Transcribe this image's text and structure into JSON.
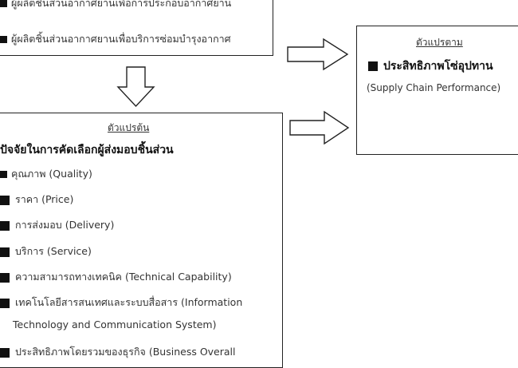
{
  "top_box": {
    "items": [
      "ผู้ผลิตชิ้นส่วนอากาศยานเพื่อการประกอบอากาศยาน",
      "ผู้ผลิตชิ้นส่วนอากาศยานเพื่อบริการซ่อมบำรุงอากาศ"
    ]
  },
  "independent": {
    "heading": "ตัวแปรต้น",
    "title": "ปัจจัยในการคัดเลือกผู้ส่งมอบชิ้นส่วน",
    "items": [
      "คุณภาพ (Quality)",
      "ราคา (Price)",
      "การส่งมอบ (Delivery)",
      "บริการ (Service)",
      "ความสามารถทางเทคนิค (Technical Capability)",
      "เทคโนโลยีสารสนเทศและระบบสื่อสาร (Information",
      "Technology and Communication System)",
      "ประสิทธิภาพโดยรวมของธุรกิจ (Business Overall"
    ]
  },
  "dependent": {
    "heading": "ตัวแปรตาม",
    "title": "ประสิทธิภาพโซ่อุปทาน",
    "subtitle": "(Supply Chain Performance)"
  }
}
